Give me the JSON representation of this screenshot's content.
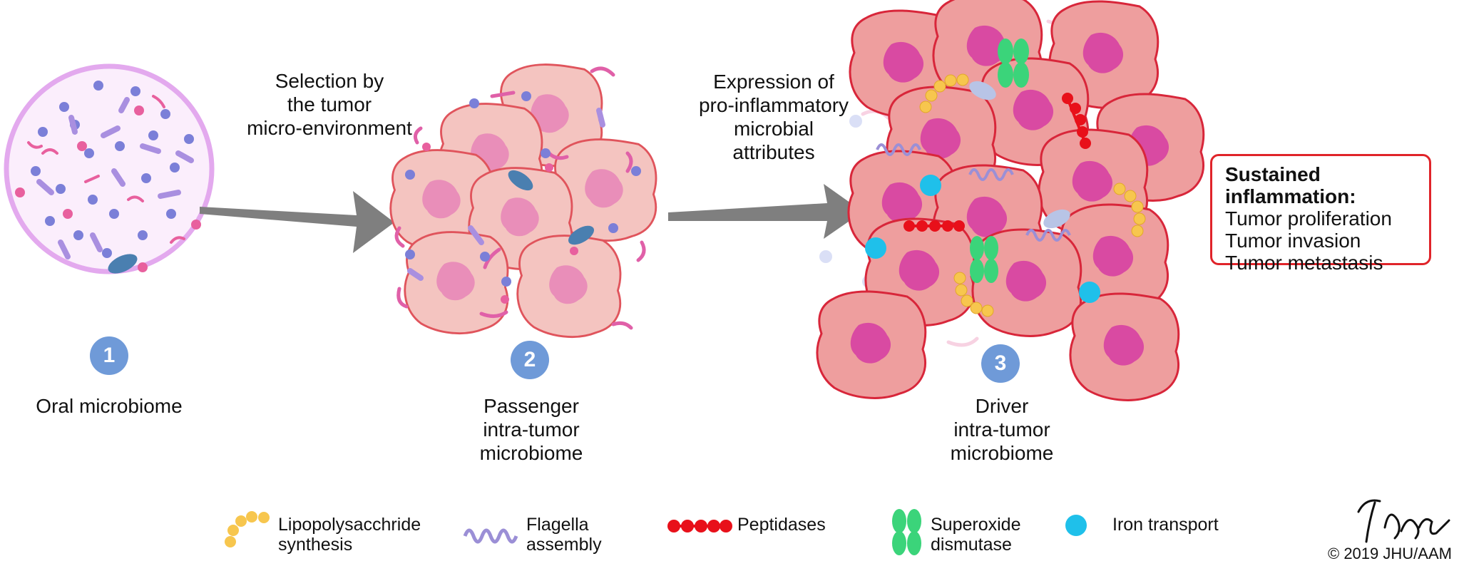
{
  "colors": {
    "cell_fill": "#f4c4c0",
    "cell_border": "#e0545c",
    "nucleus": "#e888b8",
    "arrow": "#7f7f7f",
    "step_badge": "#6f9ad8",
    "lps": "#f7c64e",
    "flagella": "#9b8fd6",
    "peptidase": "#e8101a",
    "sod": "#3bd47a",
    "iron": "#1fc0ea",
    "box_border": "#e0242a"
  },
  "arrows": [
    {
      "label_lines": [
        "Selection by",
        "the tumor",
        "micro-environment"
      ]
    },
    {
      "label_lines": [
        "Expression of",
        "pro-inflammatory",
        "microbial",
        "attributes"
      ]
    }
  ],
  "steps": [
    {
      "number": "1",
      "label_lines": [
        "Oral microbiome"
      ]
    },
    {
      "number": "2",
      "label_lines": [
        "Passenger",
        "intra-tumor",
        "microbiome"
      ]
    },
    {
      "number": "3",
      "label_lines": [
        "Driver",
        "intra-tumor",
        "microbiome"
      ]
    }
  ],
  "outcome_box": {
    "heading": "Sustained inflammation:",
    "items": [
      "Tumor proliferation",
      "Tumor invasion",
      "Tumor metastasis"
    ]
  },
  "legend": [
    {
      "icon": "lps-chain-icon",
      "label_lines": [
        "Lipopolysacchride",
        "synthesis"
      ]
    },
    {
      "icon": "flagella-icon",
      "label_lines": [
        "Flagella",
        "assembly"
      ]
    },
    {
      "icon": "peptidase-icon",
      "label_lines": [
        "Peptidases"
      ]
    },
    {
      "icon": "superoxide-dismutase-icon",
      "label_lines": [
        "Superoxide",
        "dismutase"
      ]
    },
    {
      "icon": "iron-transport-icon",
      "label_lines": [
        "Iron transport"
      ]
    }
  ],
  "credit": "© 2019 JHU/AAM"
}
